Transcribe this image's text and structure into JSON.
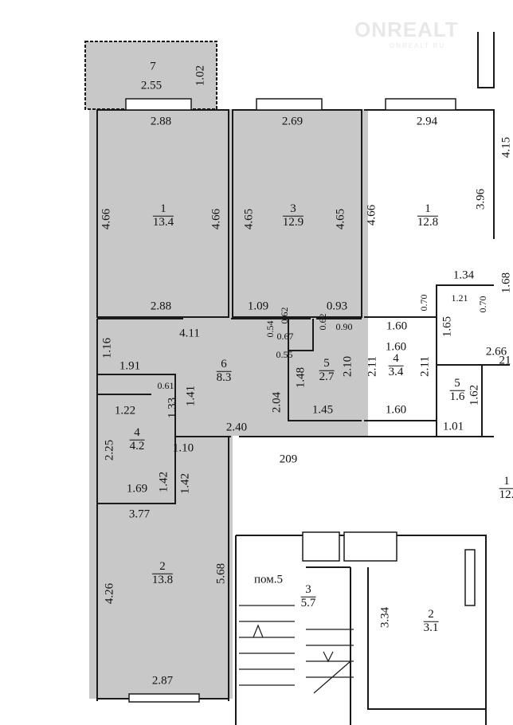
{
  "watermark": {
    "brand": "ONREALT",
    "sub": "ONREALT.RU"
  },
  "colors": {
    "apartment_fill": "#c8c8c8",
    "wall": "#1a1a1a",
    "background": "#ffffff"
  },
  "rooms": {
    "balcony": {
      "num": "7",
      "dims": [
        "2.55",
        "1.02"
      ]
    },
    "room1_left": {
      "num": "1",
      "area": "13.4",
      "dims": [
        "2.88",
        "4.66",
        "4.66",
        "2.88"
      ]
    },
    "room3": {
      "num": "3",
      "area": "12.9",
      "dims": [
        "2.69",
        "4.65",
        "4.65",
        "1.09",
        "0.93"
      ]
    },
    "room1_right": {
      "num": "1",
      "area": "12.8",
      "dims": [
        "2.94",
        "4.66",
        "3.96",
        "4.15",
        "1.34",
        "1.68",
        "0.70",
        "1.21",
        "0.70"
      ]
    },
    "hall6": {
      "num": "6",
      "area": "8.3",
      "dims": [
        "4.11",
        "0.54",
        "0.62",
        "0.67",
        "0.62",
        "0.90",
        "0.55",
        "2.04",
        "2.40",
        "209"
      ]
    },
    "bath5": {
      "num": "5",
      "area": "2.7",
      "dims": [
        "1.48",
        "2.10",
        "1.45"
      ]
    },
    "room4_left": {
      "num": "4",
      "area": "4.2",
      "dims": [
        "1.16",
        "1.91",
        "0.61",
        "1.41",
        "1.33",
        "1.22",
        "2.25",
        "1.42",
        "1.10",
        "1.42",
        "1.69",
        "3.77"
      ]
    },
    "room2_left": {
      "num": "2",
      "area": "13.8",
      "dims": [
        "4.26",
        "5.68",
        "2.87"
      ]
    },
    "room4_right": {
      "num": "4",
      "area": "3.4",
      "dims": [
        "1.60",
        "1.60",
        "2.11",
        "2.11",
        "1.60",
        "1.65"
      ]
    },
    "room5_right": {
      "num": "5",
      "area": "1.6",
      "dims": [
        "2.66",
        "1.62",
        "1.01",
        "21"
      ]
    },
    "room1_far": {
      "num": "1",
      "area": "12."
    },
    "pom5": {
      "label": "пом.5",
      "num": "3",
      "area": "5.7",
      "dims": [
        "3.34"
      ]
    },
    "room2_bottom": {
      "num": "2",
      "area": "3.1"
    }
  }
}
